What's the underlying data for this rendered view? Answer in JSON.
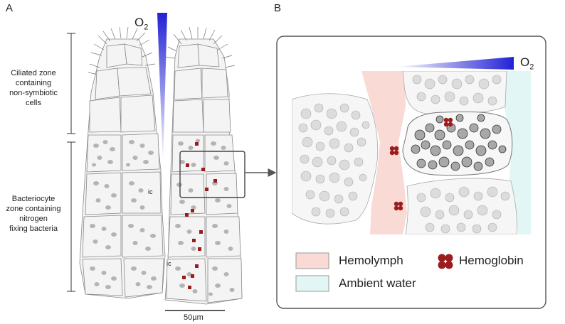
{
  "panel_a": {
    "letter": "A",
    "o2_base": "O",
    "o2_sub": "2",
    "zones": [
      {
        "lines": [
          "Ciliated zone",
          "containing",
          "non-symbiotic",
          "cells"
        ]
      },
      {
        "lines": [
          "Bacteriocyte",
          "zone containing",
          "nitrogen",
          "fixing bacteria"
        ]
      }
    ],
    "ic_labels": [
      "ic",
      "ic"
    ],
    "scale_bar": "50µm"
  },
  "panel_b": {
    "letter": "B",
    "o2_base": "O",
    "o2_sub": "2",
    "legend": [
      {
        "label": "Hemolymph",
        "color": "#f9dad5"
      },
      {
        "label": "Ambient water",
        "color": "#e2f6f6"
      },
      {
        "label": "Hemoglobin",
        "color": "#9b1b1f"
      }
    ]
  },
  "colors": {
    "gradient_top": "#2a2ad8",
    "hemolymph": "#f9dad5",
    "ambient_water": "#e2f6f6",
    "hemoglobin": "#9b1b1f",
    "bacteria": "#b4b4b4",
    "bacteria_dark": "#8c8c8c"
  }
}
